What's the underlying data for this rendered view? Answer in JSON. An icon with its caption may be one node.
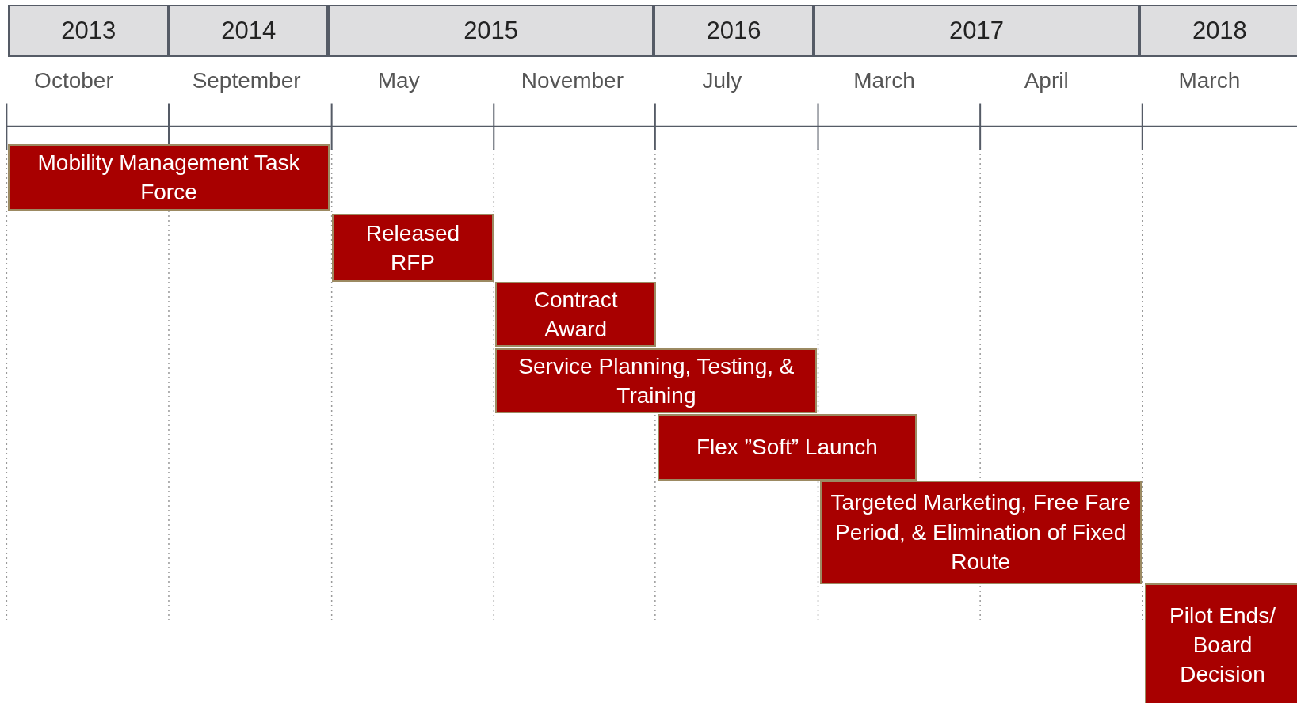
{
  "diagram": {
    "nodes": [
      {
        "text": [
          "2013"
        ]
      },
      {
        "text": [
          "2014"
        ]
      },
      {
        "text": [
          "2015"
        ]
      },
      {
        "text": [
          "2016"
        ]
      },
      {
        "text": [
          "2017"
        ]
      },
      {
        "text": [
          "2018"
        ]
      },
      {
        "text": [
          "Mobility Management Task Force"
        ]
      },
      {
        "text": [
          "Released RFP"
        ]
      },
      {
        "text": [
          "Contract Award"
        ]
      },
      {
        "text": [
          "Service Planning, Testing, & Training"
        ]
      },
      {
        "text": [
          "Flex ”Soft” Launch"
        ]
      },
      {
        "text": [
          "Targeted Marketing, Free Fare Period, & Elimination of Fixed Route"
        ]
      },
      {
        "text": [
          "Pilot Ends/ Board Decision"
        ]
      }
    ],
    "labels": [
      "October",
      "September",
      "May",
      "November",
      "July",
      "March",
      "April",
      "March"
    ]
  }
}
